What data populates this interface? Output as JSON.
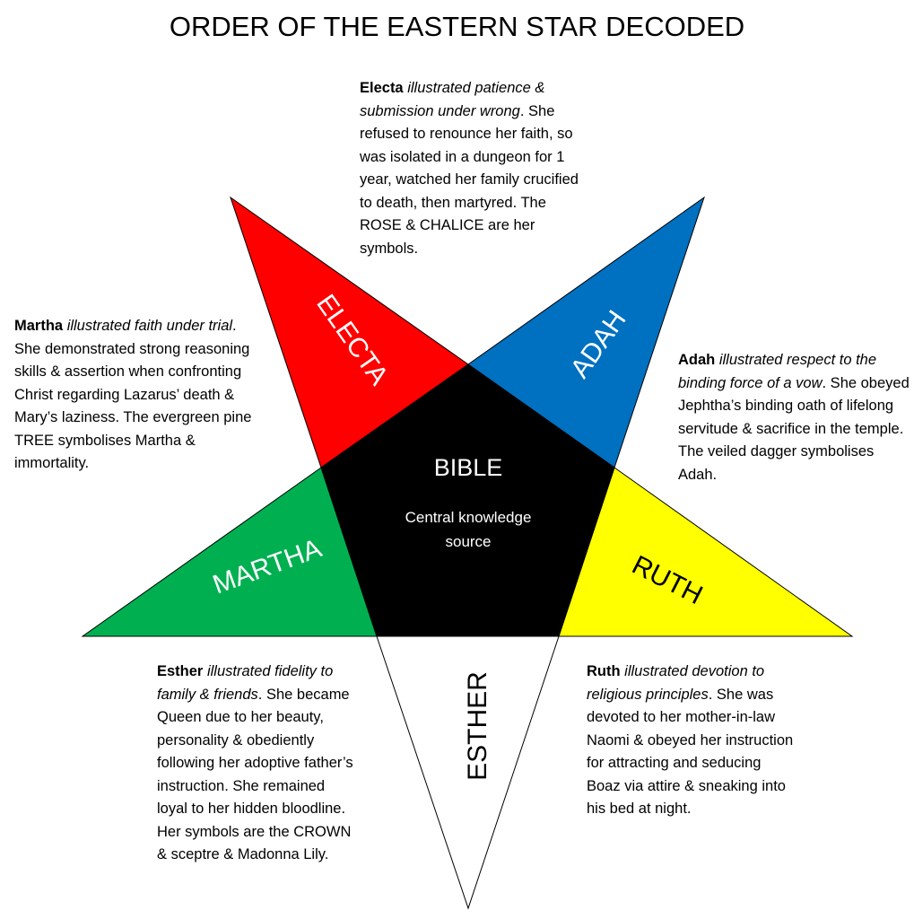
{
  "title": "ORDER OF THE EASTERN STAR DECODED",
  "colors": {
    "electa": "#ff0000",
    "adah": "#0070c0",
    "ruth": "#ffff00",
    "esther": "#ffffff",
    "martha": "#00b050",
    "center": "#000000"
  },
  "star_labels": {
    "electa": "ELECTA",
    "adah": "ADAH",
    "ruth": "RUTH",
    "esther": "ESTHER",
    "martha": "MARTHA"
  },
  "center": {
    "title": "BIBLE",
    "subtitle": "Central knowledge source"
  },
  "descriptions": {
    "electa": {
      "name": "Electa",
      "virtue": "illustrated patience & submission under wrong",
      "text": ". She refused to renounce her faith, so was isolated in a dungeon for 1 year, watched her family crucified to death, then martyred. The ROSE & CHALICE are her symbols."
    },
    "martha": {
      "name": "Martha",
      "virtue": "illustrated faith under trial",
      "text": ". She demonstrated strong reasoning skills & assertion when confronting Christ regarding Lazarus’ death & Mary’s laziness. The evergreen pine TREE symbolises Martha & immortality."
    },
    "adah": {
      "name": "Adah",
      "virtue": "illustrated respect to the binding force of a vow",
      "text": ". She obeyed Jephtha’s binding oath of lifelong servitude & sacrifice in the temple. The veiled dagger symbolises Adah."
    },
    "esther": {
      "name": "Esther",
      "virtue": "illustrated fidelity to family & friends",
      "text": ". She became Queen due to her beauty, personality & obediently following her adoptive father’s instruction. She remained loyal to her hidden bloodline. Her symbols are the CROWN & sceptre & Madonna Lily."
    },
    "ruth": {
      "name": "Ruth",
      "virtue": "illustrated devotion to religious principles",
      "text": ". She was devoted to her mother-in-law Naomi & obeyed her instruction for attracting and seducing Boaz via attire & sneaking into his bed at night."
    }
  }
}
